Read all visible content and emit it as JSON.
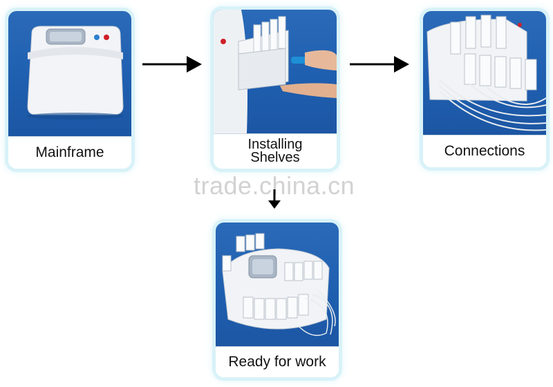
{
  "steps": [
    {
      "label": "Mainframe"
    },
    {
      "label_line1": "Installing",
      "label_line2": "Shelves"
    },
    {
      "label": "Connections"
    },
    {
      "label": "Ready for work"
    }
  ],
  "watermark": "trade.china.cn",
  "colors": {
    "photo_background": "#1f5fb0",
    "card_glow": "#d8f2f8",
    "arrow": "#000000",
    "device_body": "#eef1f4",
    "laser_button": "#d0202a",
    "handle_blue": "#1e8fd6"
  },
  "icons": [
    "device-mainframe-photo",
    "installing-shelves-photo",
    "connections-photo",
    "ready-device-photo"
  ]
}
